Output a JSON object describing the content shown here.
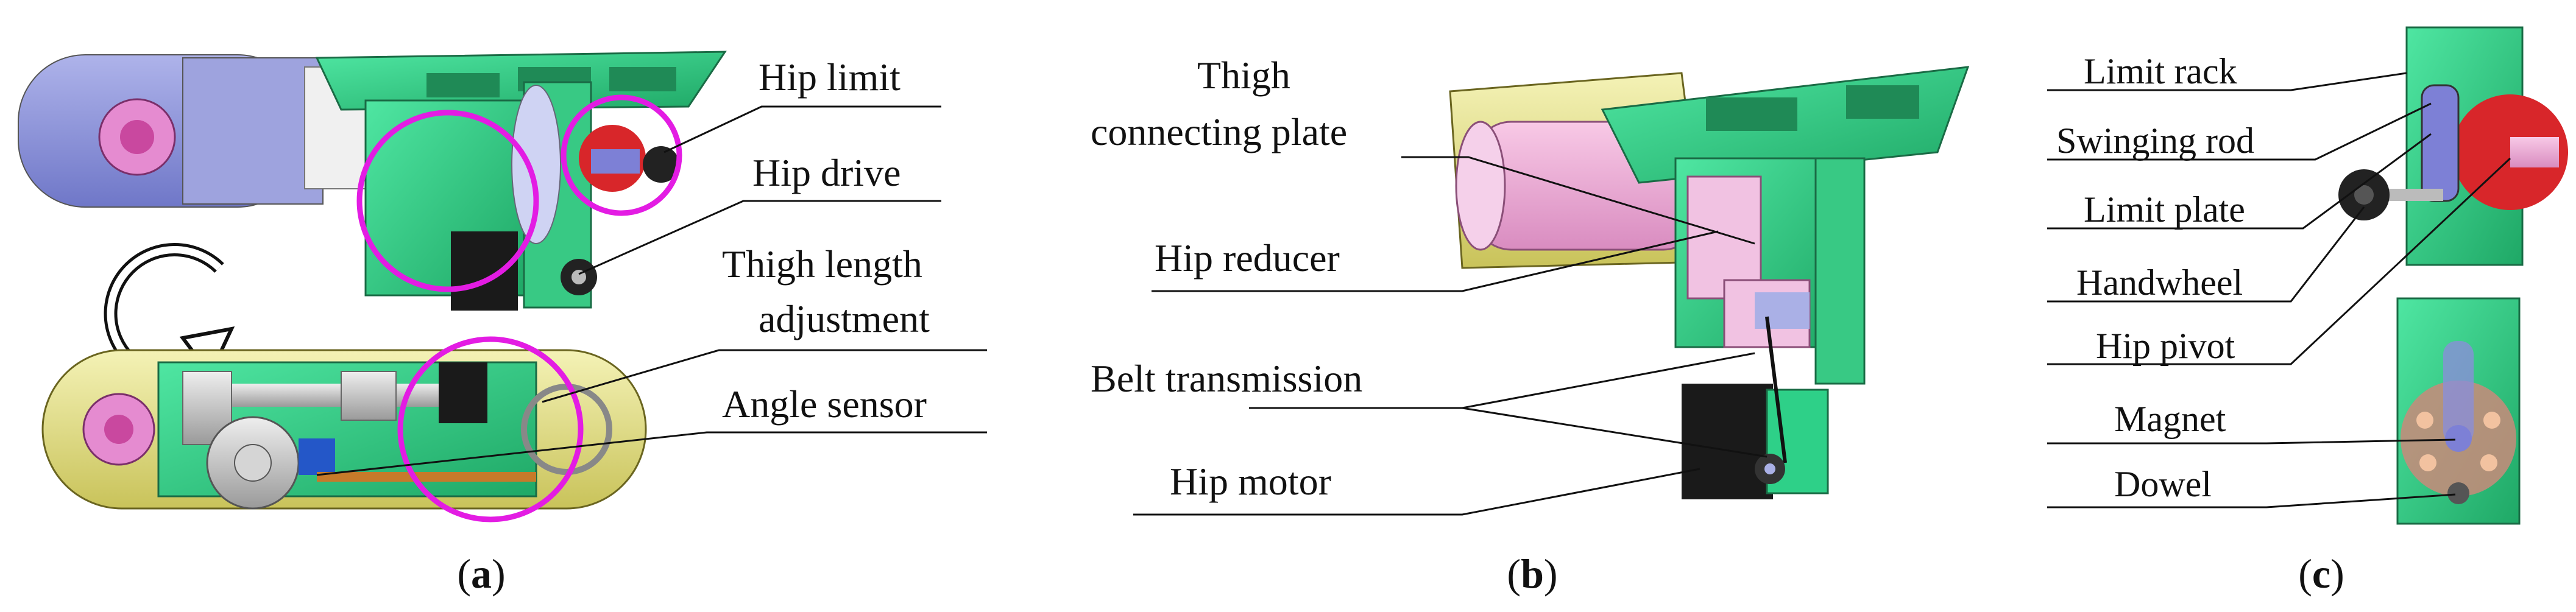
{
  "panel_a": {
    "caption_open": "(",
    "caption_letter": "a",
    "caption_close": ")",
    "labels": {
      "hip_limit": "Hip limit",
      "hip_drive": "Hip drive",
      "thigh_length_line1": "Thigh length",
      "thigh_length_line2": "adjustment",
      "angle_sensor": "Angle sensor"
    }
  },
  "panel_b": {
    "caption_open": "(",
    "caption_letter": "b",
    "caption_close": ")",
    "labels": {
      "thigh_plate_line1": "Thigh",
      "thigh_plate_line2": "connecting plate",
      "hip_reducer": "Hip reducer",
      "belt_transmission": "Belt transmission",
      "hip_motor": "Hip motor"
    }
  },
  "panel_c": {
    "caption_open": "(",
    "caption_letter": "c",
    "caption_close": ")",
    "labels": {
      "limit_rack": "Limit rack",
      "swinging_rod": "Swinging rod",
      "limit_plate": "Limit plate",
      "handwheel": "Handwheel",
      "hip_pivot": "Hip pivot",
      "magnet": "Magnet",
      "dowel": "Dowel"
    }
  },
  "colors": {
    "frame_green": "#2fd08a",
    "housing_blue": "#8f95d8",
    "pink": "#f2a8d6",
    "highlight_magenta": "#e31ce3",
    "yellow": "#e9e58a",
    "red": "#d8262a",
    "black": "#1a1a1a"
  }
}
